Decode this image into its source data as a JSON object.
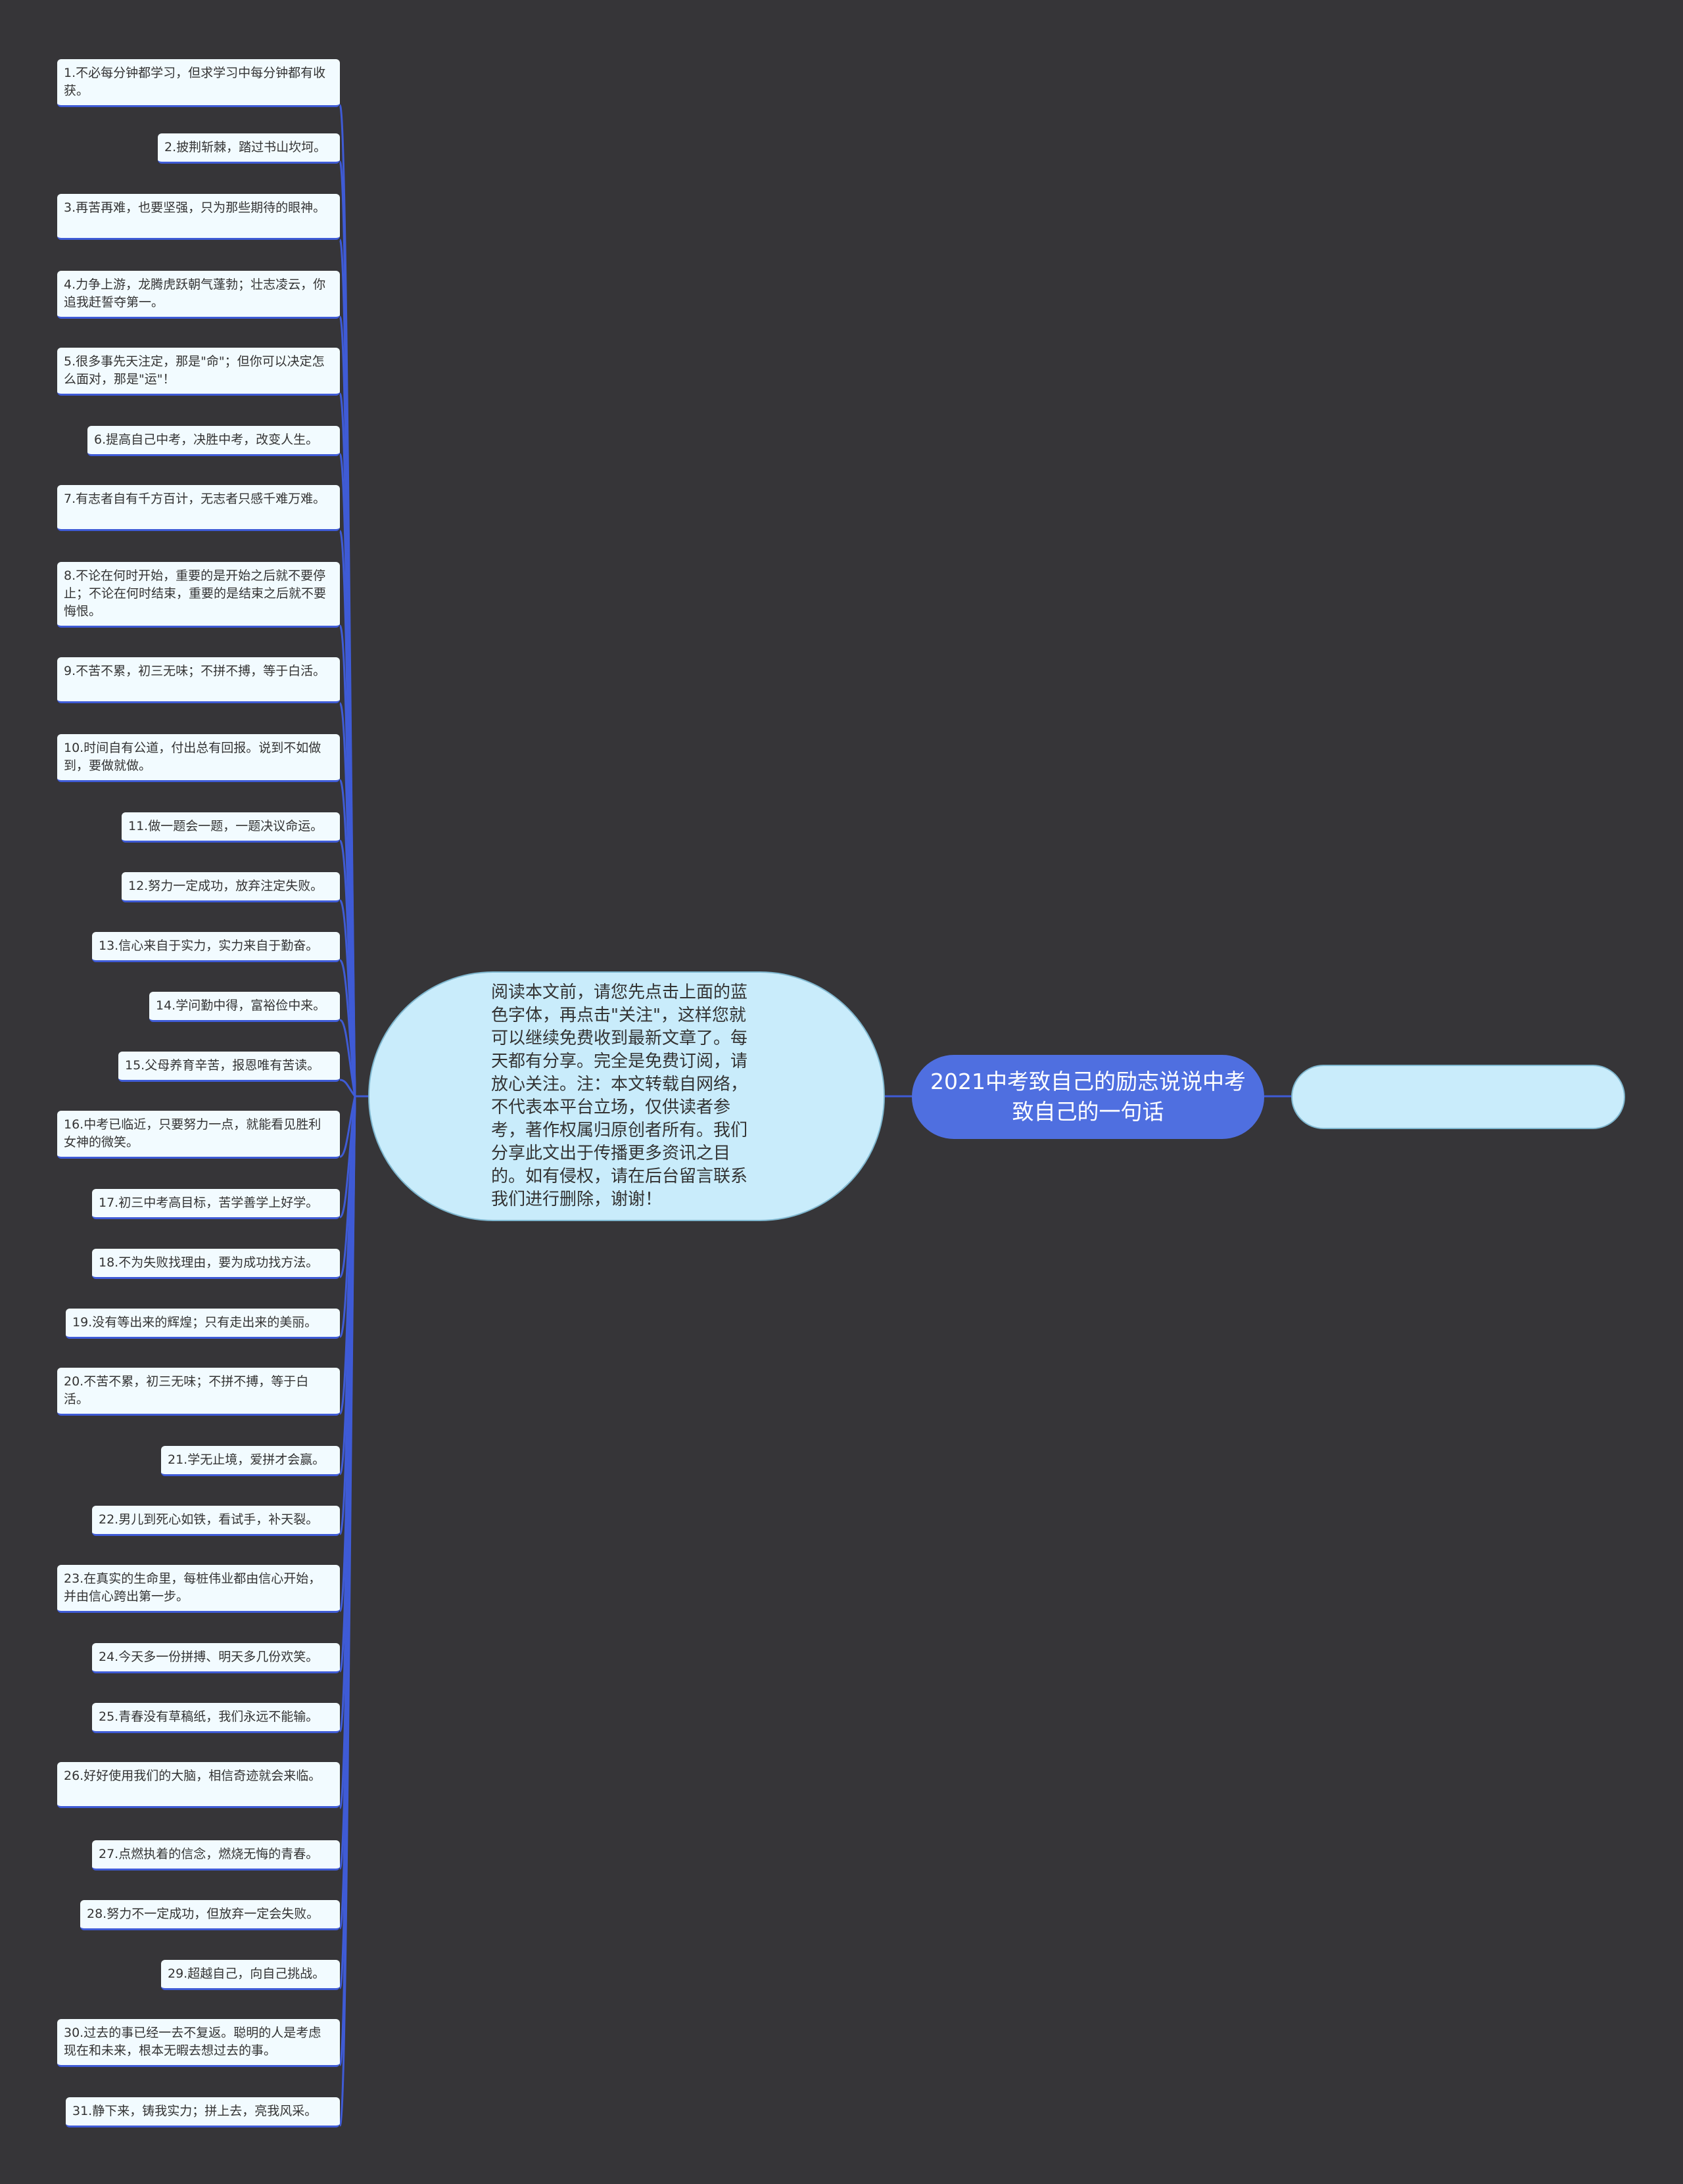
{
  "root": {
    "title": "2021中考致自己的励志说说中考致自己的一句话"
  },
  "branch": {
    "text": "阅读本文前，请您先点击上面的蓝色字体，再点击\"关注\"，这样您就可以继续免费收到最新文章了。每天都有分享。完全是免费订阅，请放心关注。注：本文转载自网络，不代表本平台立场，仅供读者参考，著作权属归原创者所有。我们分享此文出于传播更多资讯之目的。如有侵权，请在后台留言联系我们进行删除，谢谢！"
  },
  "right_node": {
    "text": ""
  },
  "leaves": [
    "1.不必每分钟都学习，但求学习中每分钟都有收获。",
    "2.披荆斩棘，踏过书山坎坷。",
    "3.再苦再难，也要坚强，只为那些期待的眼神。",
    "4.力争上游，龙腾虎跃朝气蓬勃；壮志凌云，你追我赶誓夺第一。",
    "5.很多事先天注定，那是\"命\"；但你可以决定怎么面对，那是\"运\"！",
    "6.提高自己中考，决胜中考，改变人生。",
    "7.有志者自有千方百计，无志者只感千难万难。",
    "8.不论在何时开始，重要的是开始之后就不要停止；不论在何时结束，重要的是结束之后就不要悔恨。",
    "9.不苦不累，初三无味；不拼不搏，等于白活。",
    "10.时间自有公道，付出总有回报。说到不如做到，要做就做。",
    "11.做一题会一题，一题决议命运。",
    "12.努力一定成功，放弃注定失败。",
    "13.信心来自于实力，实力来自于勤奋。",
    "14.学问勤中得，富裕俭中来。",
    "15.父母养育辛苦，报恩唯有苦读。",
    "16.中考已临近，只要努力一点，就能看见胜利女神的微笑。",
    "17.初三中考高目标，苦学善学上好学。",
    "18.不为失败找理由，要为成功找方法。",
    "19.没有等出来的辉煌；只有走出来的美丽。",
    "20.不苦不累，初三无味；不拼不搏，等于白活。",
    "21.学无止境，爱拼才会赢。",
    "22.男儿到死心如铁，看试手，补天裂。",
    "23.在真实的生命里，每桩伟业都由信心开始，并由信心跨出第一步。",
    "24.今天多一份拼搏、明天多几份欢笑。",
    "25.青春没有草稿纸，我们永远不能输。",
    "26.好好使用我们的大脑，相信奇迹就会来临。",
    "27.点燃执着的信念，燃烧无悔的青春。",
    "28.努力不一定成功，但放弃一定会失败。",
    "29.超越自己，向自己挑战。",
    "30.过去的事已经一去不复返。聪明的人是考虑现在和未来，根本无暇去想过去的事。",
    "31.静下来，铸我实力；拼上去，亮我风采。"
  ],
  "colors": {
    "background": "#363538",
    "root_fill": "#4f6fe0",
    "branch_fill": "#c9ecfb",
    "leaf_fill": "#f2fbff",
    "connector": "#3f5bd6"
  }
}
